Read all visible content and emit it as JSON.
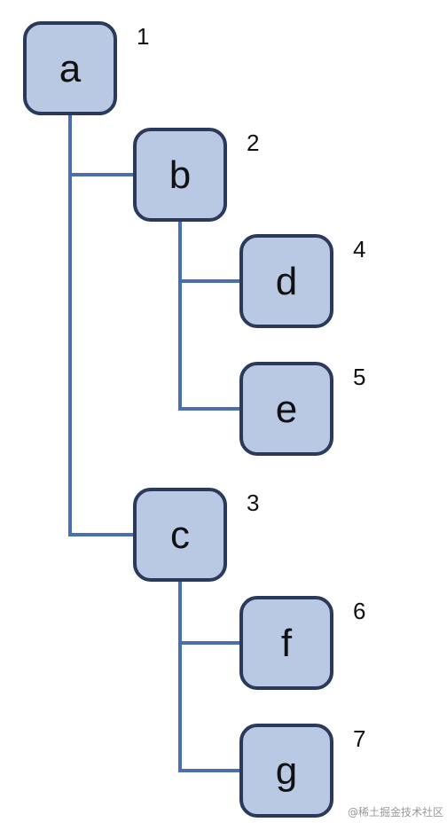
{
  "tree": {
    "nodes": [
      {
        "id": "a",
        "label": "a",
        "order": "1"
      },
      {
        "id": "b",
        "label": "b",
        "order": "2"
      },
      {
        "id": "c",
        "label": "c",
        "order": "3"
      },
      {
        "id": "d",
        "label": "d",
        "order": "4"
      },
      {
        "id": "e",
        "label": "e",
        "order": "5"
      },
      {
        "id": "f",
        "label": "f",
        "order": "6"
      },
      {
        "id": "g",
        "label": "g",
        "order": "7"
      }
    ],
    "edges": [
      [
        "a",
        "b"
      ],
      [
        "a",
        "c"
      ],
      [
        "b",
        "d"
      ],
      [
        "b",
        "e"
      ],
      [
        "c",
        "f"
      ],
      [
        "c",
        "g"
      ]
    ]
  },
  "watermark": "@稀土掘金技术社区",
  "colors": {
    "node_fill": "#b9c9e4",
    "node_stroke": "#2b3a5a",
    "edge": "#4a6fb0"
  }
}
